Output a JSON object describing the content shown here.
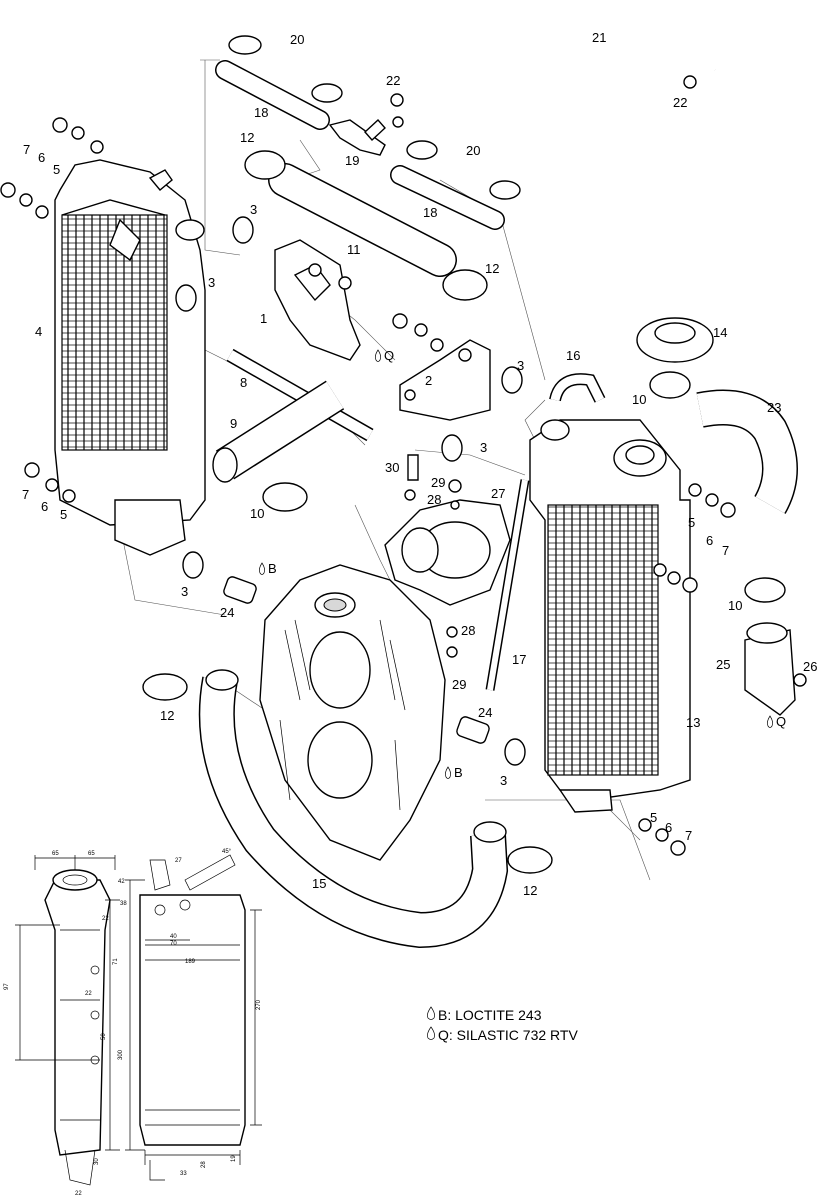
{
  "callouts": [
    {
      "id": "c1",
      "label": "1"
    },
    {
      "id": "c2",
      "label": "2"
    },
    {
      "id": "c3a",
      "label": "3"
    },
    {
      "id": "c3b",
      "label": "3"
    },
    {
      "id": "c3c",
      "label": "3"
    },
    {
      "id": "c3d",
      "label": "3"
    },
    {
      "id": "c3e",
      "label": "3"
    },
    {
      "id": "c3f",
      "label": "3"
    },
    {
      "id": "c4",
      "label": "4"
    },
    {
      "id": "c5a",
      "label": "5"
    },
    {
      "id": "c5b",
      "label": "5"
    },
    {
      "id": "c5c",
      "label": "5"
    },
    {
      "id": "c5d",
      "label": "5"
    },
    {
      "id": "c6a",
      "label": "6"
    },
    {
      "id": "c6b",
      "label": "6"
    },
    {
      "id": "c6c",
      "label": "6"
    },
    {
      "id": "c6d",
      "label": "6"
    },
    {
      "id": "c7a",
      "label": "7"
    },
    {
      "id": "c7b",
      "label": "7"
    },
    {
      "id": "c7c",
      "label": "7"
    },
    {
      "id": "c7d",
      "label": "7"
    },
    {
      "id": "c8",
      "label": "8"
    },
    {
      "id": "c9",
      "label": "9"
    },
    {
      "id": "c10a",
      "label": "10"
    },
    {
      "id": "c10b",
      "label": "10"
    },
    {
      "id": "c10c",
      "label": "10"
    },
    {
      "id": "c11",
      "label": "11"
    },
    {
      "id": "c12a",
      "label": "12"
    },
    {
      "id": "c12b",
      "label": "12"
    },
    {
      "id": "c12c",
      "label": "12"
    },
    {
      "id": "c12d",
      "label": "12"
    },
    {
      "id": "c13",
      "label": "13"
    },
    {
      "id": "c14",
      "label": "14"
    },
    {
      "id": "c15",
      "label": "15"
    },
    {
      "id": "c16",
      "label": "16"
    },
    {
      "id": "c17",
      "label": "17"
    },
    {
      "id": "c18a",
      "label": "18"
    },
    {
      "id": "c18b",
      "label": "18"
    },
    {
      "id": "c19",
      "label": "19"
    },
    {
      "id": "c20a",
      "label": "20"
    },
    {
      "id": "c20b",
      "label": "20"
    },
    {
      "id": "c21",
      "label": "21"
    },
    {
      "id": "c22a",
      "label": "22"
    },
    {
      "id": "c22b",
      "label": "22"
    },
    {
      "id": "c23",
      "label": "23"
    },
    {
      "id": "c24a",
      "label": "24"
    },
    {
      "id": "c24b",
      "label": "24"
    },
    {
      "id": "c25",
      "label": "25"
    },
    {
      "id": "c26",
      "label": "26"
    },
    {
      "id": "c27",
      "label": "27"
    },
    {
      "id": "c28a",
      "label": "28"
    },
    {
      "id": "c28b",
      "label": "28"
    },
    {
      "id": "c29a",
      "label": "29"
    },
    {
      "id": "c29b",
      "label": "29"
    },
    {
      "id": "c30",
      "label": "30"
    },
    {
      "id": "cQ1",
      "label": "Q"
    },
    {
      "id": "cQ2",
      "label": "Q"
    },
    {
      "id": "cB1",
      "label": "B"
    },
    {
      "id": "cB2",
      "label": "B"
    }
  ],
  "legend": [
    {
      "symbol": "B",
      "text": "B: LOCTITE 243"
    },
    {
      "symbol": "Q",
      "text": "Q: SILASTIC 732 RTV"
    }
  ],
  "dimensions": [
    "65",
    "65",
    "27",
    "45°",
    "42",
    "22",
    "38",
    "97",
    "70",
    "40",
    "189",
    "71",
    "270",
    "22",
    "50",
    "300",
    "30",
    "22",
    "33",
    "28",
    "19"
  ]
}
